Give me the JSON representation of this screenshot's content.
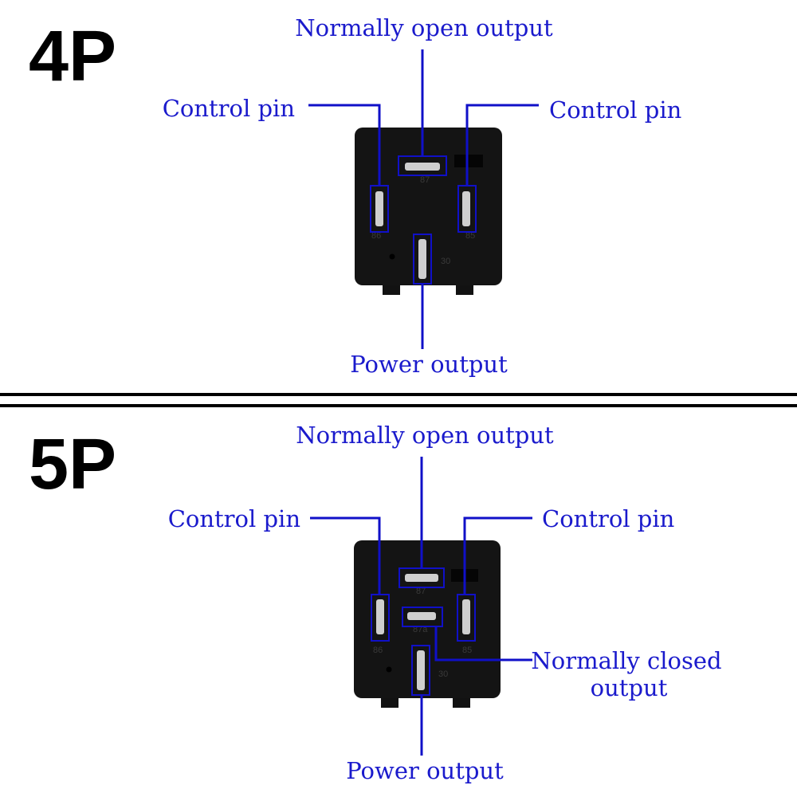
{
  "colors": {
    "label": "#1a1acc",
    "line": "#1010c8",
    "relay_body": "#141414",
    "terminal": "#cfcfcf",
    "divider": "#000000"
  },
  "section_4p": {
    "title": "4P",
    "labels": {
      "no_output": "Normally open output",
      "control_left": "Control pin",
      "control_right": "Control pin",
      "power_output": "Power output"
    },
    "pin_numbers": {
      "p87": "87",
      "p86": "86",
      "p85": "85",
      "p30": "30"
    }
  },
  "section_5p": {
    "title": "5P",
    "labels": {
      "no_output": "Normally open output",
      "control_left": "Control pin",
      "control_right": "Control pin",
      "nc_output_line1": "Normally closed",
      "nc_output_line2": "output",
      "power_output": "Power output"
    },
    "pin_numbers": {
      "p87": "87",
      "p87a": "87a",
      "p86": "86",
      "p85": "85",
      "p30": "30"
    }
  }
}
